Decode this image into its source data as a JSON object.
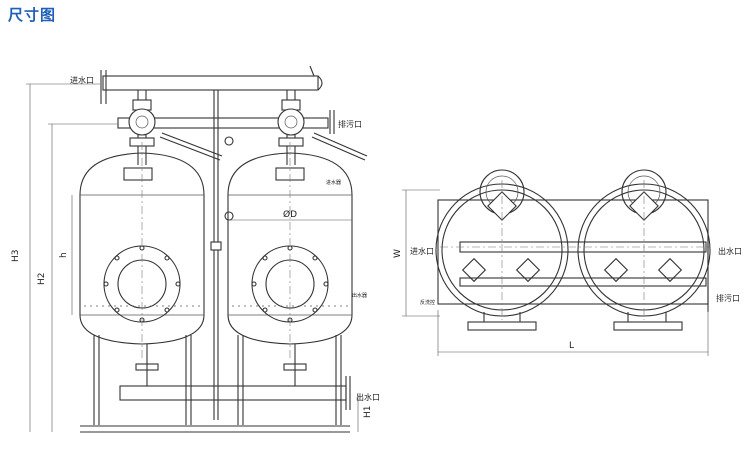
{
  "title": "尺寸图",
  "front_view": {
    "inlet": "进水口",
    "drain": "排污口",
    "outlet": "出水口",
    "top_label": "进水器",
    "bottom_label": "出水器",
    "dim_h3": "H3",
    "dim_h2": "H2",
    "dim_h": "h",
    "dim_h1": "H1",
    "dim_d": "ØD"
  },
  "top_view": {
    "inlet": "进水口",
    "outlet": "出水口",
    "drain": "排污口",
    "control": "反洗控",
    "dim_w": "W",
    "dim_l": "L"
  }
}
